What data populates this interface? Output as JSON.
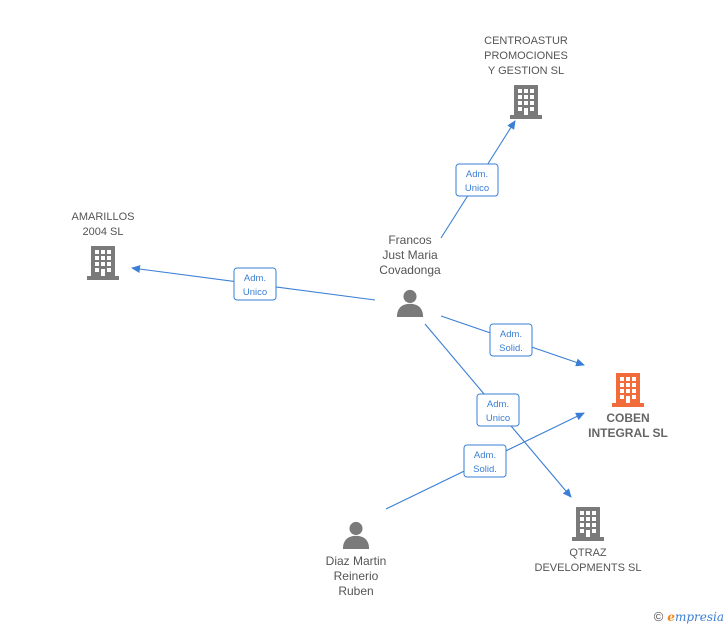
{
  "colors": {
    "edge": "#3a7fd5",
    "company": "#7a7a7a",
    "focus_company": "#f26b3a",
    "person": "#7a7a7a"
  },
  "nodes": [
    {
      "id": "centroastur",
      "kind": "company",
      "icon": "building-icon",
      "label_lines": [
        "CENTROASTUR",
        "PROMOCIONES",
        "Y GESTION SL"
      ]
    },
    {
      "id": "amarillos",
      "kind": "company",
      "icon": "building-icon",
      "label_lines": [
        "AMARILLOS",
        "2004  SL"
      ]
    },
    {
      "id": "francos",
      "kind": "person",
      "icon": "person-icon",
      "label_lines": [
        "Francos",
        "Just Maria",
        "Covadonga"
      ]
    },
    {
      "id": "coben",
      "kind": "focus",
      "icon": "building-icon",
      "label_lines": [
        "COBEN",
        "INTEGRAL  SL"
      ]
    },
    {
      "id": "qtraz",
      "kind": "company",
      "icon": "building-icon",
      "label_lines": [
        "QTRAZ",
        "DEVELOPMENTS SL"
      ]
    },
    {
      "id": "diaz",
      "kind": "person",
      "icon": "person-icon",
      "label_lines": [
        "Diaz Martin",
        "Reinerio",
        "Ruben"
      ]
    }
  ],
  "edges": [
    {
      "from": "francos",
      "to": "centroastur",
      "label_lines": [
        "Adm.",
        "Unico"
      ]
    },
    {
      "from": "francos",
      "to": "amarillos",
      "label_lines": [
        "Adm.",
        "Unico"
      ]
    },
    {
      "from": "francos",
      "to": "coben",
      "label_lines": [
        "Adm.",
        "Solid."
      ]
    },
    {
      "from": "francos",
      "to": "qtraz",
      "label_lines": [
        "Adm.",
        "Unico"
      ]
    },
    {
      "from": "diaz",
      "to": "coben",
      "label_lines": [
        "Adm.",
        "Solid."
      ]
    }
  ],
  "footer": {
    "copyright_symbol": "©",
    "brand_initial": "e",
    "brand_rest": "mpresia"
  }
}
